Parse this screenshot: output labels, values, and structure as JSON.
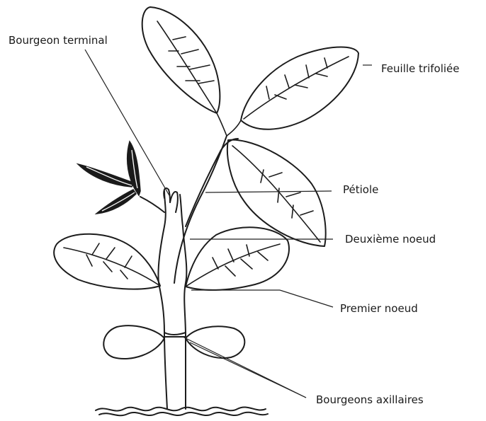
{
  "labels": {
    "terminal_bud": "Bourgeon terminal",
    "trifoliate_leaf": "Feuille trifoliée",
    "petiole": "Pétiole",
    "second_node": "Deuxième noeud",
    "first_node": "Premier noeud",
    "axillary_buds": "Bourgeons axillaires"
  },
  "colors": {
    "ink": "#1c1c1c",
    "background": "#ffffff",
    "young_leaf_fill": "#1a1a1a"
  }
}
